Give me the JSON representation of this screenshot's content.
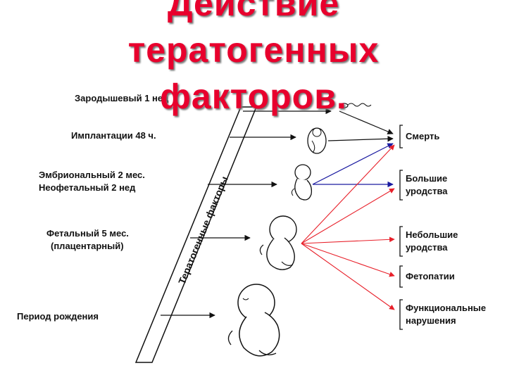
{
  "title": {
    "line1": "Действие",
    "line2": "тератогенных",
    "line3": "факторов."
  },
  "band_label": "Тератогенные факторы",
  "stages": {
    "germinal": "Зародышевый 1 нед",
    "implantation": "Имплантации 48 ч.",
    "embryonic_line1": "Эмбриональный 2 мес.",
    "embryonic_line2": "Неофетальный 2 нед",
    "fetal_line1": "Фетальный 5 мес.",
    "fetal_line2": "(плацентарный)",
    "birth": "Период рождения"
  },
  "outcomes": {
    "death": "Смерть",
    "major_line1": "Большие",
    "major_line2": "уродства",
    "minor_line1": "Небольшие",
    "minor_line2": "уродства",
    "fetopathy": "Фетопатии",
    "functional_line1": "Функциональные",
    "functional_line2": "нарушения"
  },
  "colors": {
    "title": "#e8002d",
    "arrow_black": "#111111",
    "arrow_blue": "#1a1aa0",
    "arrow_red": "#e8202a"
  },
  "icons": [
    "sperm-icon",
    "blastocyst-icon",
    "embryo-icon",
    "fetus-icon",
    "newborn-fetus-icon"
  ]
}
